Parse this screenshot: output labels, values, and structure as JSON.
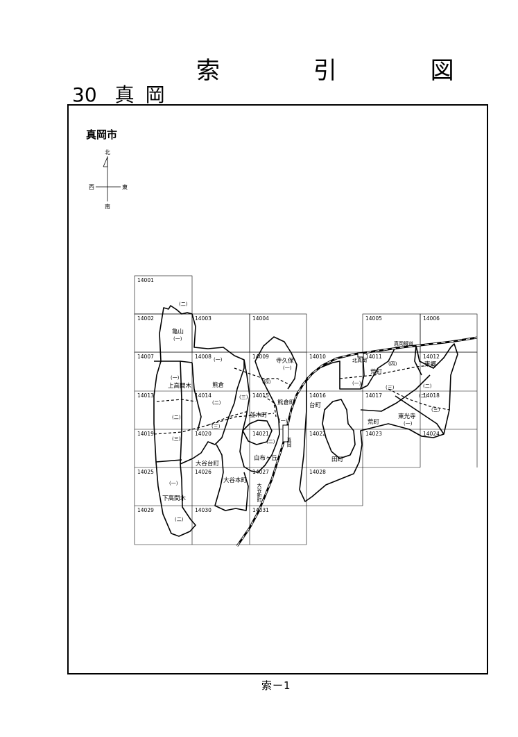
{
  "page": {
    "title": "索 引 図",
    "subtitle_number": "30",
    "subtitle_name": "真岡",
    "city_name": "真岡市",
    "footer": "索ー1"
  },
  "compass": {
    "north": "北",
    "south": "南",
    "east": "東",
    "west": "西"
  },
  "grid_cells": [
    "14001",
    "14002",
    "14003",
    "14004",
    "14005",
    "14006",
    "14007",
    "14008",
    "14009",
    "14010",
    "14011",
    "14012",
    "14013",
    "14014",
    "14015",
    "14016",
    "14017",
    "14018",
    "14019",
    "14020",
    "14021",
    "14022",
    "14023",
    "14024",
    "14025",
    "14026",
    "14027",
    "14028",
    "14029",
    "14030",
    "14031"
  ],
  "labels": {
    "kameyama": "亀山",
    "kameyama_1": "(一)",
    "kameyama_2": "(二)",
    "kamitakamagi": "上高間木",
    "kamitakamagi_1": "(一)",
    "kamitakamagi_2": "(二)",
    "kamitakamagi_3": "(三)",
    "kumakura": "熊倉",
    "kumakura_1": "(一)",
    "kumakura_2": "(二)",
    "kumakura_3": "(三)",
    "kumakura_3b": "(三)",
    "jikubo": "寺久保",
    "jikubo_1": "(一)",
    "jikubo_4": "(四)",
    "kumakuramachi": "熊倉町",
    "hiragimachi": "並木町",
    "hiragimachi_1": "(一)",
    "hiragimachi_2": "(二)",
    "daimachi": "台町",
    "shirafugaoka": "白布ヶ丘",
    "ooyadaimachi": "大谷台町",
    "ooyahonmachi": "大谷本町",
    "ooyashinmachi": "大谷新町",
    "shimotakamagi": "下高間木",
    "shimotakamagi_1": "(一)",
    "shimotakamagi_2": "(二)",
    "tamachi": "田町",
    "aramachi": "荒町",
    "aramachi_2": "荒町",
    "aramachi_1": "(一)",
    "aramachi_3": "(三)",
    "aramachi_4": "(四)",
    "kitamooka": "北真岡",
    "higashigo": "東郷",
    "higashigo_2": "(二)",
    "tokoji": "東光寺",
    "tokoji_1": "(一)",
    "tokoji_2": "(二)",
    "tokoji_3": "(三)",
    "railway": "真岡鐵道",
    "mooka_station": "真岡"
  }
}
